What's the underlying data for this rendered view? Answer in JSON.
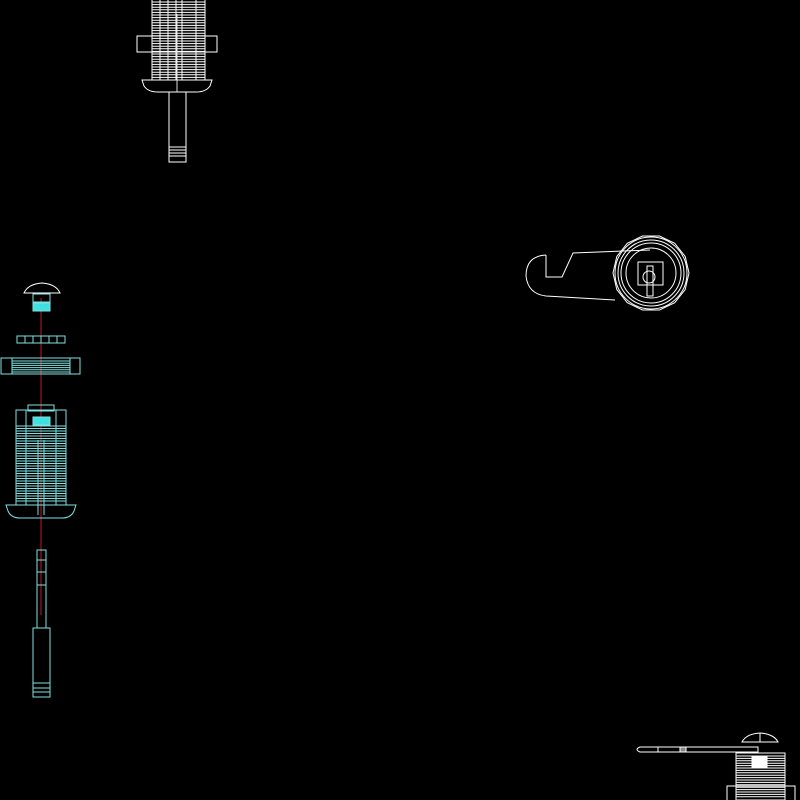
{
  "drawing": {
    "background": "#000000",
    "line_colors": {
      "primary": "#ffffff",
      "exploded_view": "#7fe0e0",
      "center_line": "#c0182a",
      "fill_highlight": "#40e0e0"
    },
    "views": [
      "cam-lock-side-view-top",
      "cam-lock-exploded-view",
      "cam-lock-front-view",
      "cam-lock-assembled-side-view"
    ]
  }
}
